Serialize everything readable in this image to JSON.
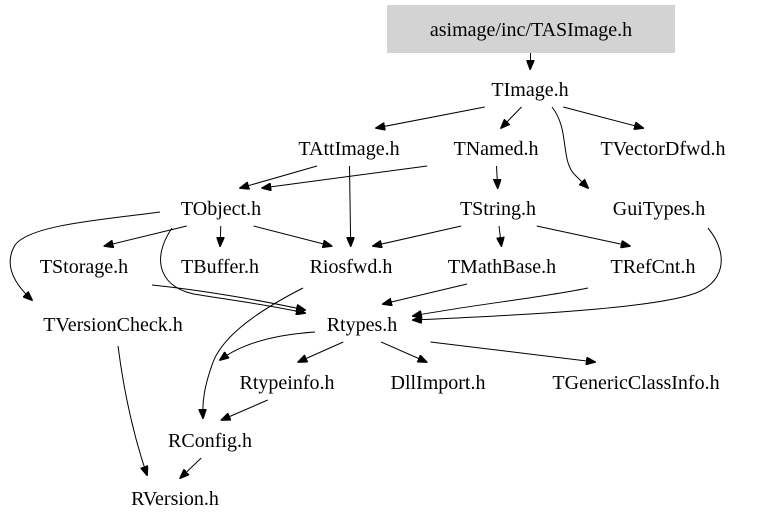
{
  "diagram": {
    "type": "include-dependency-graph",
    "root": "asimage/inc/TASImage.h",
    "root_fill": "#d3d3d3",
    "nodes": [
      {
        "id": "TASImage",
        "label": "asimage/inc/TASImage.h",
        "highlight": true
      },
      {
        "id": "TImage",
        "label": "TImage.h"
      },
      {
        "id": "TAttImage",
        "label": "TAttImage.h"
      },
      {
        "id": "TNamed",
        "label": "TNamed.h"
      },
      {
        "id": "TVectorDfwd",
        "label": "TVectorDfwd.h"
      },
      {
        "id": "TObject",
        "label": "TObject.h"
      },
      {
        "id": "TString",
        "label": "TString.h"
      },
      {
        "id": "GuiTypes",
        "label": "GuiTypes.h"
      },
      {
        "id": "TStorage",
        "label": "TStorage.h"
      },
      {
        "id": "TBuffer",
        "label": "TBuffer.h"
      },
      {
        "id": "Riosfwd",
        "label": "Riosfwd.h"
      },
      {
        "id": "TMathBase",
        "label": "TMathBase.h"
      },
      {
        "id": "TRefCnt",
        "label": "TRefCnt.h"
      },
      {
        "id": "TVersionCheck",
        "label": "TVersionCheck.h"
      },
      {
        "id": "Rtypes",
        "label": "Rtypes.h"
      },
      {
        "id": "Rtypeinfo",
        "label": "Rtypeinfo.h"
      },
      {
        "id": "DllImport",
        "label": "DllImport.h"
      },
      {
        "id": "TGenericClassInfo",
        "label": "TGenericClassInfo.h"
      },
      {
        "id": "RConfig",
        "label": "RConfig.h"
      },
      {
        "id": "RVersion",
        "label": "RVersion.h"
      }
    ],
    "edges": [
      [
        "TASImage",
        "TImage"
      ],
      [
        "TImage",
        "TAttImage"
      ],
      [
        "TImage",
        "TNamed"
      ],
      [
        "TImage",
        "TVectorDfwd"
      ],
      [
        "TImage",
        "GuiTypes"
      ],
      [
        "TAttImage",
        "TObject"
      ],
      [
        "TAttImage",
        "Riosfwd"
      ],
      [
        "TNamed",
        "TObject"
      ],
      [
        "TNamed",
        "TString"
      ],
      [
        "TObject",
        "TStorage"
      ],
      [
        "TObject",
        "TBuffer"
      ],
      [
        "TObject",
        "Riosfwd"
      ],
      [
        "TObject",
        "TVersionCheck"
      ],
      [
        "TObject",
        "Rtypes"
      ],
      [
        "TString",
        "Riosfwd"
      ],
      [
        "TString",
        "TMathBase"
      ],
      [
        "TString",
        "TRefCnt"
      ],
      [
        "TMathBase",
        "Rtypes"
      ],
      [
        "TRefCnt",
        "Rtypes"
      ],
      [
        "GuiTypes",
        "Rtypes"
      ],
      [
        "TStorage",
        "Rtypes"
      ],
      [
        "Riosfwd",
        "RConfig"
      ],
      [
        "TVersionCheck",
        "RVersion"
      ],
      [
        "Rtypes",
        "Rtypeinfo"
      ],
      [
        "Rtypes",
        "DllImport"
      ],
      [
        "Rtypes",
        "TGenericClassInfo"
      ],
      [
        "Rtypes",
        "RConfig"
      ],
      [
        "Rtypeinfo",
        "RConfig"
      ],
      [
        "RConfig",
        "RVersion"
      ]
    ]
  }
}
